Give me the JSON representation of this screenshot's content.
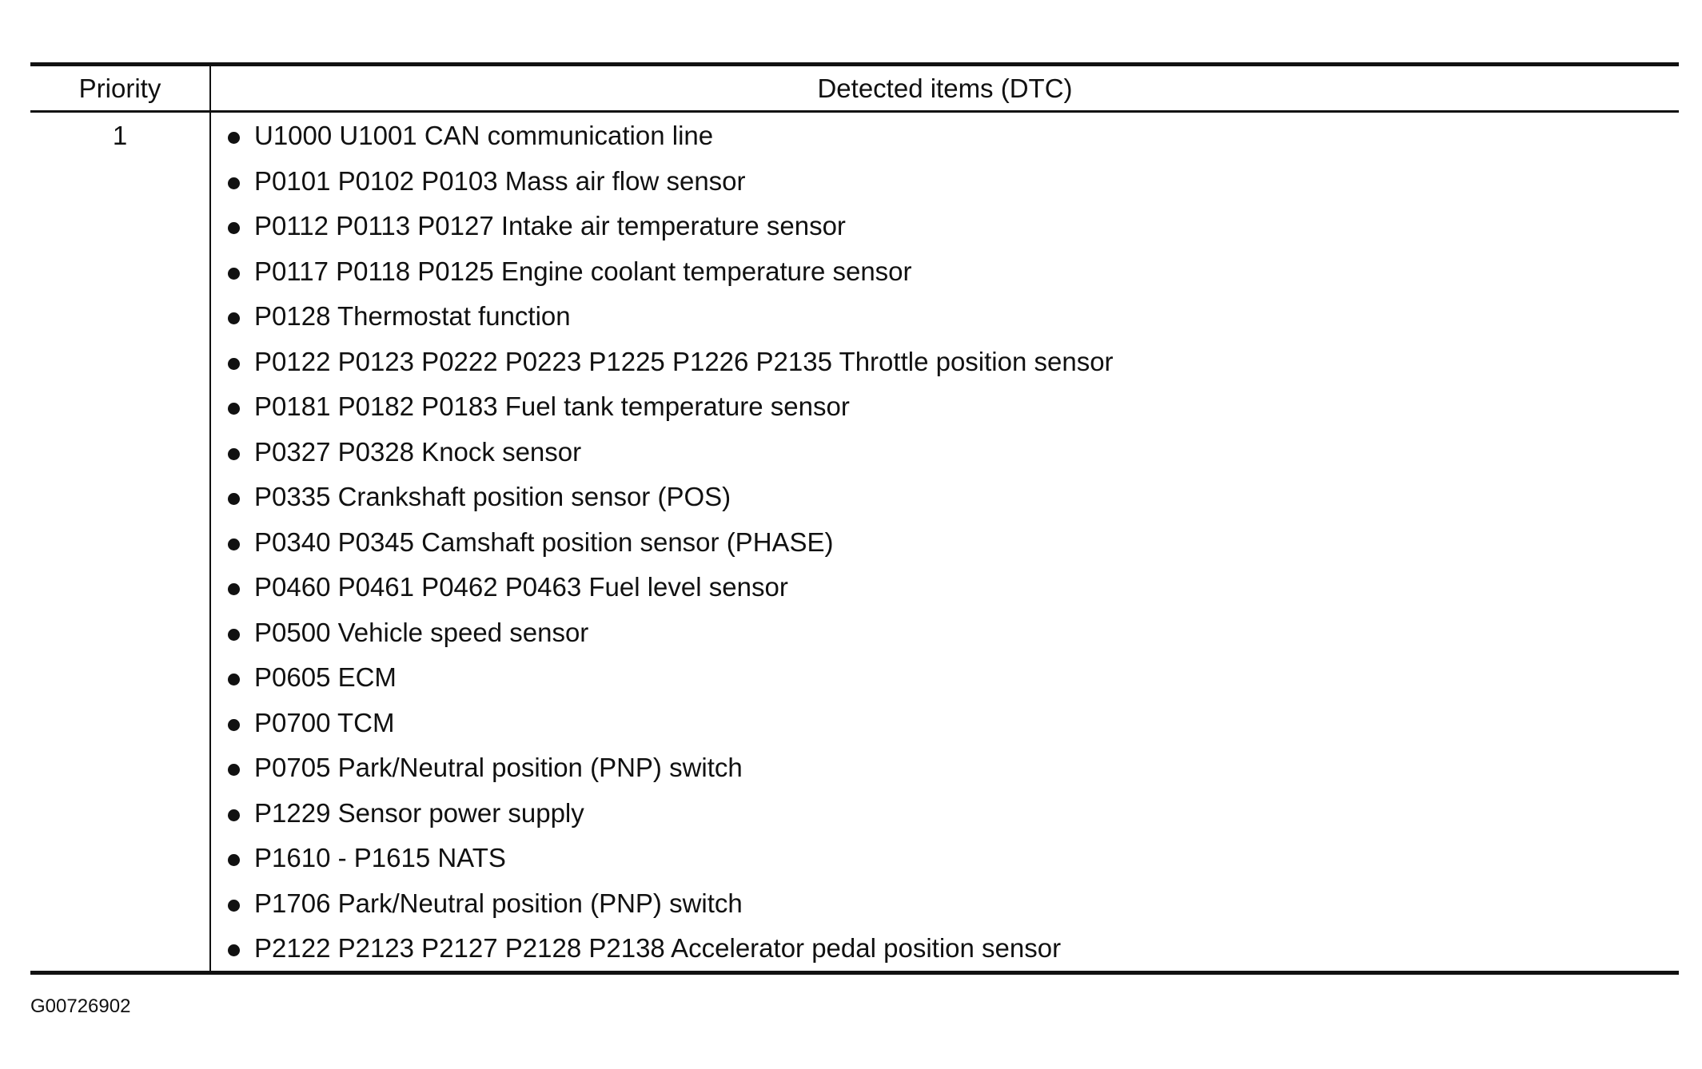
{
  "table": {
    "header": {
      "priority": "Priority",
      "detected_items": "Detected items (DTC)"
    },
    "rows": [
      {
        "priority": "1",
        "items": [
          "U1000 U1001 CAN communication line",
          "P0101 P0102 P0103 Mass air flow sensor",
          "P0112 P0113 P0127 Intake air temperature sensor",
          "P0117 P0118 P0125 Engine coolant temperature sensor",
          "P0128 Thermostat function",
          "P0122 P0123 P0222 P0223 P1225 P1226 P2135 Throttle position sensor",
          "P0181 P0182 P0183 Fuel tank temperature sensor",
          "P0327 P0328 Knock sensor",
          "P0335 Crankshaft position sensor (POS)",
          "P0340 P0345 Camshaft position sensor (PHASE)",
          "P0460 P0461 P0462 P0463 Fuel level sensor",
          "P0500 Vehicle speed sensor",
          "P0605 ECM",
          "P0700 TCM",
          "P0705 Park/Neutral position (PNP) switch",
          "P1229 Sensor power supply",
          "P1610 - P1615 NATS",
          "P1706 Park/Neutral position (PNP) switch",
          "P2122 P2123 P2127 P2128 P2138 Accelerator pedal position sensor"
        ]
      }
    ]
  },
  "figure_id": "G00726902"
}
